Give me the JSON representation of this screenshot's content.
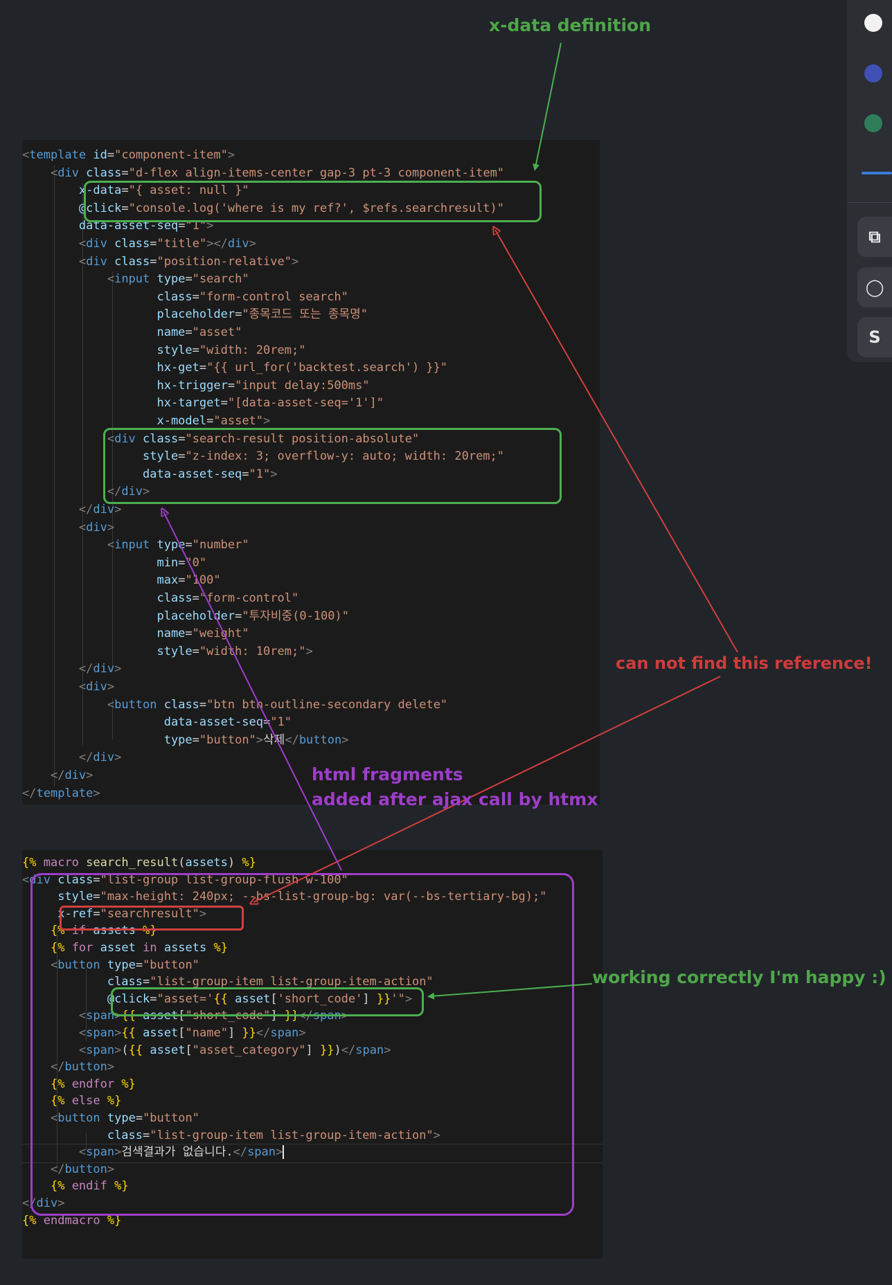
{
  "annotations": {
    "xdata_title": "x-data definition",
    "cannot_find": "can not find this reference!",
    "fragments_line1": "html fragments",
    "fragments_line2": "added after ajax call by htmx",
    "working": "working correctly I'm happy :)"
  },
  "side_toolbar": {
    "colors": [
      "#f2f2f2",
      "#3f51b5",
      "#2e7d5b"
    ],
    "tools": [
      {
        "name": "copy-icon",
        "glyph": "⧉"
      },
      {
        "name": "circle-icon",
        "glyph": "◯"
      },
      {
        "name": "s-tool",
        "glyph": "S"
      }
    ]
  },
  "top_code": [
    [
      [
        "t",
        "<"
      ],
      [
        "g",
        "template "
      ],
      [
        "a",
        "id"
      ],
      [
        "w",
        "="
      ],
      [
        "s",
        "\"component-item\""
      ],
      [
        "t",
        ">"
      ]
    ],
    [
      [
        "w",
        "    "
      ],
      [
        "t",
        "<"
      ],
      [
        "g",
        "div "
      ],
      [
        "a",
        "class"
      ],
      [
        "w",
        "="
      ],
      [
        "s",
        "\"d-flex align-items-center gap-3 pt-3 component-item\""
      ]
    ],
    [
      [
        "w",
        "        "
      ],
      [
        "a",
        "x-data"
      ],
      [
        "w",
        "="
      ],
      [
        "s",
        "\"{ asset: null }\""
      ]
    ],
    [
      [
        "w",
        "        "
      ],
      [
        "a",
        "@click"
      ],
      [
        "w",
        "="
      ],
      [
        "s",
        "\"console.log('where is my ref?', $refs.searchresult)\""
      ]
    ],
    [
      [
        "w",
        "        "
      ],
      [
        "a",
        "data-asset-seq"
      ],
      [
        "w",
        "="
      ],
      [
        "s",
        "\"1\""
      ],
      [
        "t",
        ">"
      ]
    ],
    [
      [
        "w",
        "        "
      ],
      [
        "t",
        "<"
      ],
      [
        "g",
        "div "
      ],
      [
        "a",
        "class"
      ],
      [
        "w",
        "="
      ],
      [
        "s",
        "\"title\""
      ],
      [
        "t",
        ">"
      ],
      [
        "t",
        "</"
      ],
      [
        "g",
        "div"
      ],
      [
        "t",
        ">"
      ]
    ],
    [
      [
        "w",
        "        "
      ],
      [
        "t",
        "<"
      ],
      [
        "g",
        "div "
      ],
      [
        "a",
        "class"
      ],
      [
        "w",
        "="
      ],
      [
        "s",
        "\"position-relative\""
      ],
      [
        "t",
        ">"
      ]
    ],
    [
      [
        "w",
        "            "
      ],
      [
        "t",
        "<"
      ],
      [
        "g",
        "input "
      ],
      [
        "a",
        "type"
      ],
      [
        "w",
        "="
      ],
      [
        "s",
        "\"search\""
      ]
    ],
    [
      [
        "w",
        "                   "
      ],
      [
        "a",
        "class"
      ],
      [
        "w",
        "="
      ],
      [
        "s",
        "\"form-control search\""
      ]
    ],
    [
      [
        "w",
        "                   "
      ],
      [
        "a",
        "placeholder"
      ],
      [
        "w",
        "="
      ],
      [
        "s",
        "\"종목코드 또는 종목명\""
      ]
    ],
    [
      [
        "w",
        "                   "
      ],
      [
        "a",
        "name"
      ],
      [
        "w",
        "="
      ],
      [
        "s",
        "\"asset\""
      ]
    ],
    [
      [
        "w",
        "                   "
      ],
      [
        "a",
        "style"
      ],
      [
        "w",
        "="
      ],
      [
        "s",
        "\"width: 20rem;\""
      ]
    ],
    [
      [
        "w",
        "                   "
      ],
      [
        "a",
        "hx-get"
      ],
      [
        "w",
        "="
      ],
      [
        "s",
        "\"{{ url_for('backtest.search') }}\""
      ]
    ],
    [
      [
        "w",
        "                   "
      ],
      [
        "a",
        "hx-trigger"
      ],
      [
        "w",
        "="
      ],
      [
        "s",
        "\"input delay:500ms\""
      ]
    ],
    [
      [
        "w",
        "                   "
      ],
      [
        "a",
        "hx-target"
      ],
      [
        "w",
        "="
      ],
      [
        "s",
        "\"[data-asset-seq='1']\""
      ]
    ],
    [
      [
        "w",
        "                   "
      ],
      [
        "a",
        "x-model"
      ],
      [
        "w",
        "="
      ],
      [
        "s",
        "\"asset\""
      ],
      [
        "t",
        ">"
      ]
    ],
    [
      [
        "w",
        "            "
      ],
      [
        "t",
        "<"
      ],
      [
        "g",
        "div "
      ],
      [
        "a",
        "class"
      ],
      [
        "w",
        "="
      ],
      [
        "s",
        "\"search-result position-absolute\""
      ]
    ],
    [
      [
        "w",
        "                 "
      ],
      [
        "a",
        "style"
      ],
      [
        "w",
        "="
      ],
      [
        "s",
        "\"z-index: 3; overflow-y: auto; width: 20rem;\""
      ]
    ],
    [
      [
        "w",
        "                 "
      ],
      [
        "a",
        "data-asset-seq"
      ],
      [
        "w",
        "="
      ],
      [
        "s",
        "\"1\""
      ],
      [
        "t",
        ">"
      ]
    ],
    [
      [
        "w",
        "            "
      ],
      [
        "t",
        "</"
      ],
      [
        "g",
        "div"
      ],
      [
        "t",
        ">"
      ]
    ],
    [
      [
        "w",
        "        "
      ],
      [
        "t",
        "</"
      ],
      [
        "g",
        "div"
      ],
      [
        "t",
        ">"
      ]
    ],
    [
      [
        "w",
        "        "
      ],
      [
        "t",
        "<"
      ],
      [
        "g",
        "div"
      ],
      [
        "t",
        ">"
      ]
    ],
    [
      [
        "w",
        "            "
      ],
      [
        "t",
        "<"
      ],
      [
        "g",
        "input "
      ],
      [
        "a",
        "type"
      ],
      [
        "w",
        "="
      ],
      [
        "s",
        "\"number\""
      ]
    ],
    [
      [
        "w",
        "                   "
      ],
      [
        "a",
        "min"
      ],
      [
        "w",
        "="
      ],
      [
        "s",
        "\"0\""
      ]
    ],
    [
      [
        "w",
        "                   "
      ],
      [
        "a",
        "max"
      ],
      [
        "w",
        "="
      ],
      [
        "s",
        "\"100\""
      ]
    ],
    [
      [
        "w",
        "                   "
      ],
      [
        "a",
        "class"
      ],
      [
        "w",
        "="
      ],
      [
        "s",
        "\"form-control\""
      ]
    ],
    [
      [
        "w",
        "                   "
      ],
      [
        "a",
        "placeholder"
      ],
      [
        "w",
        "="
      ],
      [
        "s",
        "\"투자비중(0-100)\""
      ]
    ],
    [
      [
        "w",
        "                   "
      ],
      [
        "a",
        "name"
      ],
      [
        "w",
        "="
      ],
      [
        "s",
        "\"weight\""
      ]
    ],
    [
      [
        "w",
        "                   "
      ],
      [
        "a",
        "style"
      ],
      [
        "w",
        "="
      ],
      [
        "s",
        "\"width: 10rem;\""
      ],
      [
        "t",
        ">"
      ]
    ],
    [
      [
        "w",
        "        "
      ],
      [
        "t",
        "</"
      ],
      [
        "g",
        "div"
      ],
      [
        "t",
        ">"
      ]
    ],
    [
      [
        "w",
        "        "
      ],
      [
        "t",
        "<"
      ],
      [
        "g",
        "div"
      ],
      [
        "t",
        ">"
      ]
    ],
    [
      [
        "w",
        "            "
      ],
      [
        "t",
        "<"
      ],
      [
        "g",
        "button "
      ],
      [
        "a",
        "class"
      ],
      [
        "w",
        "="
      ],
      [
        "s",
        "\"btn btn-outline-secondary delete\""
      ]
    ],
    [
      [
        "w",
        "                    "
      ],
      [
        "a",
        "data-asset-seq"
      ],
      [
        "w",
        "="
      ],
      [
        "s",
        "\"1\""
      ]
    ],
    [
      [
        "w",
        "                    "
      ],
      [
        "a",
        "type"
      ],
      [
        "w",
        "="
      ],
      [
        "s",
        "\"button\""
      ],
      [
        "t",
        ">"
      ],
      [
        "w",
        "삭제"
      ],
      [
        "t",
        "</"
      ],
      [
        "g",
        "button"
      ],
      [
        "t",
        ">"
      ]
    ],
    [
      [
        "w",
        "        "
      ],
      [
        "t",
        "</"
      ],
      [
        "g",
        "div"
      ],
      [
        "t",
        ">"
      ]
    ],
    [
      [
        "w",
        "    "
      ],
      [
        "t",
        "</"
      ],
      [
        "g",
        "div"
      ],
      [
        "t",
        ">"
      ]
    ],
    [
      [
        "t",
        "</"
      ],
      [
        "g",
        "template"
      ],
      [
        "t",
        ">"
      ]
    ]
  ],
  "bottom_code": [
    [
      [
        "y",
        "{%"
      ],
      [
        "w",
        " "
      ],
      [
        "m",
        "macro"
      ],
      [
        "w",
        " "
      ],
      [
        "j",
        "search_result"
      ],
      [
        "w",
        "("
      ],
      [
        "a",
        "assets"
      ],
      [
        "w",
        ") "
      ],
      [
        "y",
        "%}"
      ]
    ],
    [
      [
        "t",
        "<"
      ],
      [
        "g",
        "div "
      ],
      [
        "a",
        "class"
      ],
      [
        "w",
        "="
      ],
      [
        "s",
        "\"list-group list-group-flush w-100\""
      ]
    ],
    [
      [
        "w",
        "     "
      ],
      [
        "a",
        "style"
      ],
      [
        "w",
        "="
      ],
      [
        "s",
        "\"max-height: 240px; --bs-list-group-bg: var(--bs-tertiary-bg);\""
      ]
    ],
    [
      [
        "w",
        "     "
      ],
      [
        "a",
        "x-ref"
      ],
      [
        "w",
        "="
      ],
      [
        "s",
        "\"searchresult\""
      ],
      [
        "t",
        ">"
      ]
    ],
    [
      [
        "w",
        "    "
      ],
      [
        "y",
        "{%"
      ],
      [
        "w",
        " "
      ],
      [
        "m",
        "if"
      ],
      [
        "w",
        " "
      ],
      [
        "a",
        "assets"
      ],
      [
        "w",
        " "
      ],
      [
        "y",
        "%}"
      ]
    ],
    [
      [
        "w",
        "    "
      ],
      [
        "y",
        "{%"
      ],
      [
        "w",
        " "
      ],
      [
        "m",
        "for"
      ],
      [
        "w",
        " "
      ],
      [
        "a",
        "asset"
      ],
      [
        "w",
        " "
      ],
      [
        "m",
        "in"
      ],
      [
        "w",
        " "
      ],
      [
        "a",
        "assets"
      ],
      [
        "w",
        " "
      ],
      [
        "y",
        "%}"
      ]
    ],
    [
      [
        "w",
        "    "
      ],
      [
        "t",
        "<"
      ],
      [
        "g",
        "button "
      ],
      [
        "a",
        "type"
      ],
      [
        "w",
        "="
      ],
      [
        "s",
        "\"button\""
      ]
    ],
    [
      [
        "w",
        "            "
      ],
      [
        "a",
        "class"
      ],
      [
        "w",
        "="
      ],
      [
        "s",
        "\"list-group-item list-group-item-action\""
      ]
    ],
    [
      [
        "w",
        "            "
      ],
      [
        "a",
        "@click"
      ],
      [
        "w",
        "="
      ],
      [
        "s",
        "\"asset='"
      ],
      [
        "y",
        "{{"
      ],
      [
        "w",
        " "
      ],
      [
        "a",
        "asset"
      ],
      [
        "w",
        "["
      ],
      [
        "s",
        "'short_code'"
      ],
      [
        "w",
        "] "
      ],
      [
        "y",
        "}}"
      ],
      [
        "s",
        "'\""
      ],
      [
        "t",
        ">"
      ]
    ],
    [
      [
        "w",
        "        "
      ],
      [
        "t",
        "<"
      ],
      [
        "g",
        "span"
      ],
      [
        "t",
        ">"
      ],
      [
        "y",
        "{{"
      ],
      [
        "w",
        " "
      ],
      [
        "a",
        "asset"
      ],
      [
        "w",
        "["
      ],
      [
        "s",
        "\"short_code\""
      ],
      [
        "w",
        "] "
      ],
      [
        "y",
        "}}"
      ],
      [
        "t",
        "</"
      ],
      [
        "g",
        "span"
      ],
      [
        "t",
        ">"
      ]
    ],
    [
      [
        "w",
        "        "
      ],
      [
        "t",
        "<"
      ],
      [
        "g",
        "span"
      ],
      [
        "t",
        ">"
      ],
      [
        "y",
        "{{"
      ],
      [
        "w",
        " "
      ],
      [
        "a",
        "asset"
      ],
      [
        "w",
        "["
      ],
      [
        "s",
        "\"name\""
      ],
      [
        "w",
        "] "
      ],
      [
        "y",
        "}}"
      ],
      [
        "t",
        "</"
      ],
      [
        "g",
        "span"
      ],
      [
        "t",
        ">"
      ]
    ],
    [
      [
        "w",
        "        "
      ],
      [
        "t",
        "<"
      ],
      [
        "g",
        "span"
      ],
      [
        "t",
        ">"
      ],
      [
        "w",
        "("
      ],
      [
        "y",
        "{{"
      ],
      [
        "w",
        " "
      ],
      [
        "a",
        "asset"
      ],
      [
        "w",
        "["
      ],
      [
        "s",
        "\"asset_category\""
      ],
      [
        "w",
        "] "
      ],
      [
        "y",
        "}}"
      ],
      [
        "w",
        ")"
      ],
      [
        "t",
        "</"
      ],
      [
        "g",
        "span"
      ],
      [
        "t",
        ">"
      ]
    ],
    [
      [
        "w",
        "    "
      ],
      [
        "t",
        "</"
      ],
      [
        "g",
        "button"
      ],
      [
        "t",
        ">"
      ]
    ],
    [
      [
        "w",
        "    "
      ],
      [
        "y",
        "{%"
      ],
      [
        "w",
        " "
      ],
      [
        "m",
        "endfor"
      ],
      [
        "w",
        " "
      ],
      [
        "y",
        "%}"
      ]
    ],
    [
      [
        "w",
        "    "
      ],
      [
        "y",
        "{%"
      ],
      [
        "w",
        " "
      ],
      [
        "m",
        "else"
      ],
      [
        "w",
        " "
      ],
      [
        "y",
        "%}"
      ]
    ],
    [
      [
        "w",
        "    "
      ],
      [
        "t",
        "<"
      ],
      [
        "g",
        "button "
      ],
      [
        "a",
        "type"
      ],
      [
        "w",
        "="
      ],
      [
        "s",
        "\"button\""
      ]
    ],
    [
      [
        "w",
        "            "
      ],
      [
        "a",
        "class"
      ],
      [
        "w",
        "="
      ],
      [
        "s",
        "\"list-group-item list-group-item-action\""
      ],
      [
        "t",
        ">"
      ]
    ],
    [
      [
        "w",
        "        "
      ],
      [
        "t",
        "<"
      ],
      [
        "g",
        "span"
      ],
      [
        "t",
        ">"
      ],
      [
        "w",
        "검색결과가 없습니다."
      ],
      [
        "t",
        "</"
      ],
      [
        "g",
        "span"
      ],
      [
        "t",
        ">"
      ],
      [
        "c",
        ""
      ]
    ],
    [
      [
        "w",
        "    "
      ],
      [
        "t",
        "</"
      ],
      [
        "g",
        "button"
      ],
      [
        "t",
        ">"
      ]
    ],
    [
      [
        "w",
        "    "
      ],
      [
        "y",
        "{%"
      ],
      [
        "w",
        " "
      ],
      [
        "m",
        "endif"
      ],
      [
        "w",
        " "
      ],
      [
        "y",
        "%}"
      ]
    ],
    [
      [
        "t",
        "</"
      ],
      [
        "g",
        "div"
      ],
      [
        "t",
        ">"
      ]
    ],
    [
      [
        "y",
        "{%"
      ],
      [
        "w",
        " "
      ],
      [
        "m",
        "endmacro"
      ],
      [
        "w",
        " "
      ],
      [
        "y",
        "%}"
      ]
    ]
  ]
}
